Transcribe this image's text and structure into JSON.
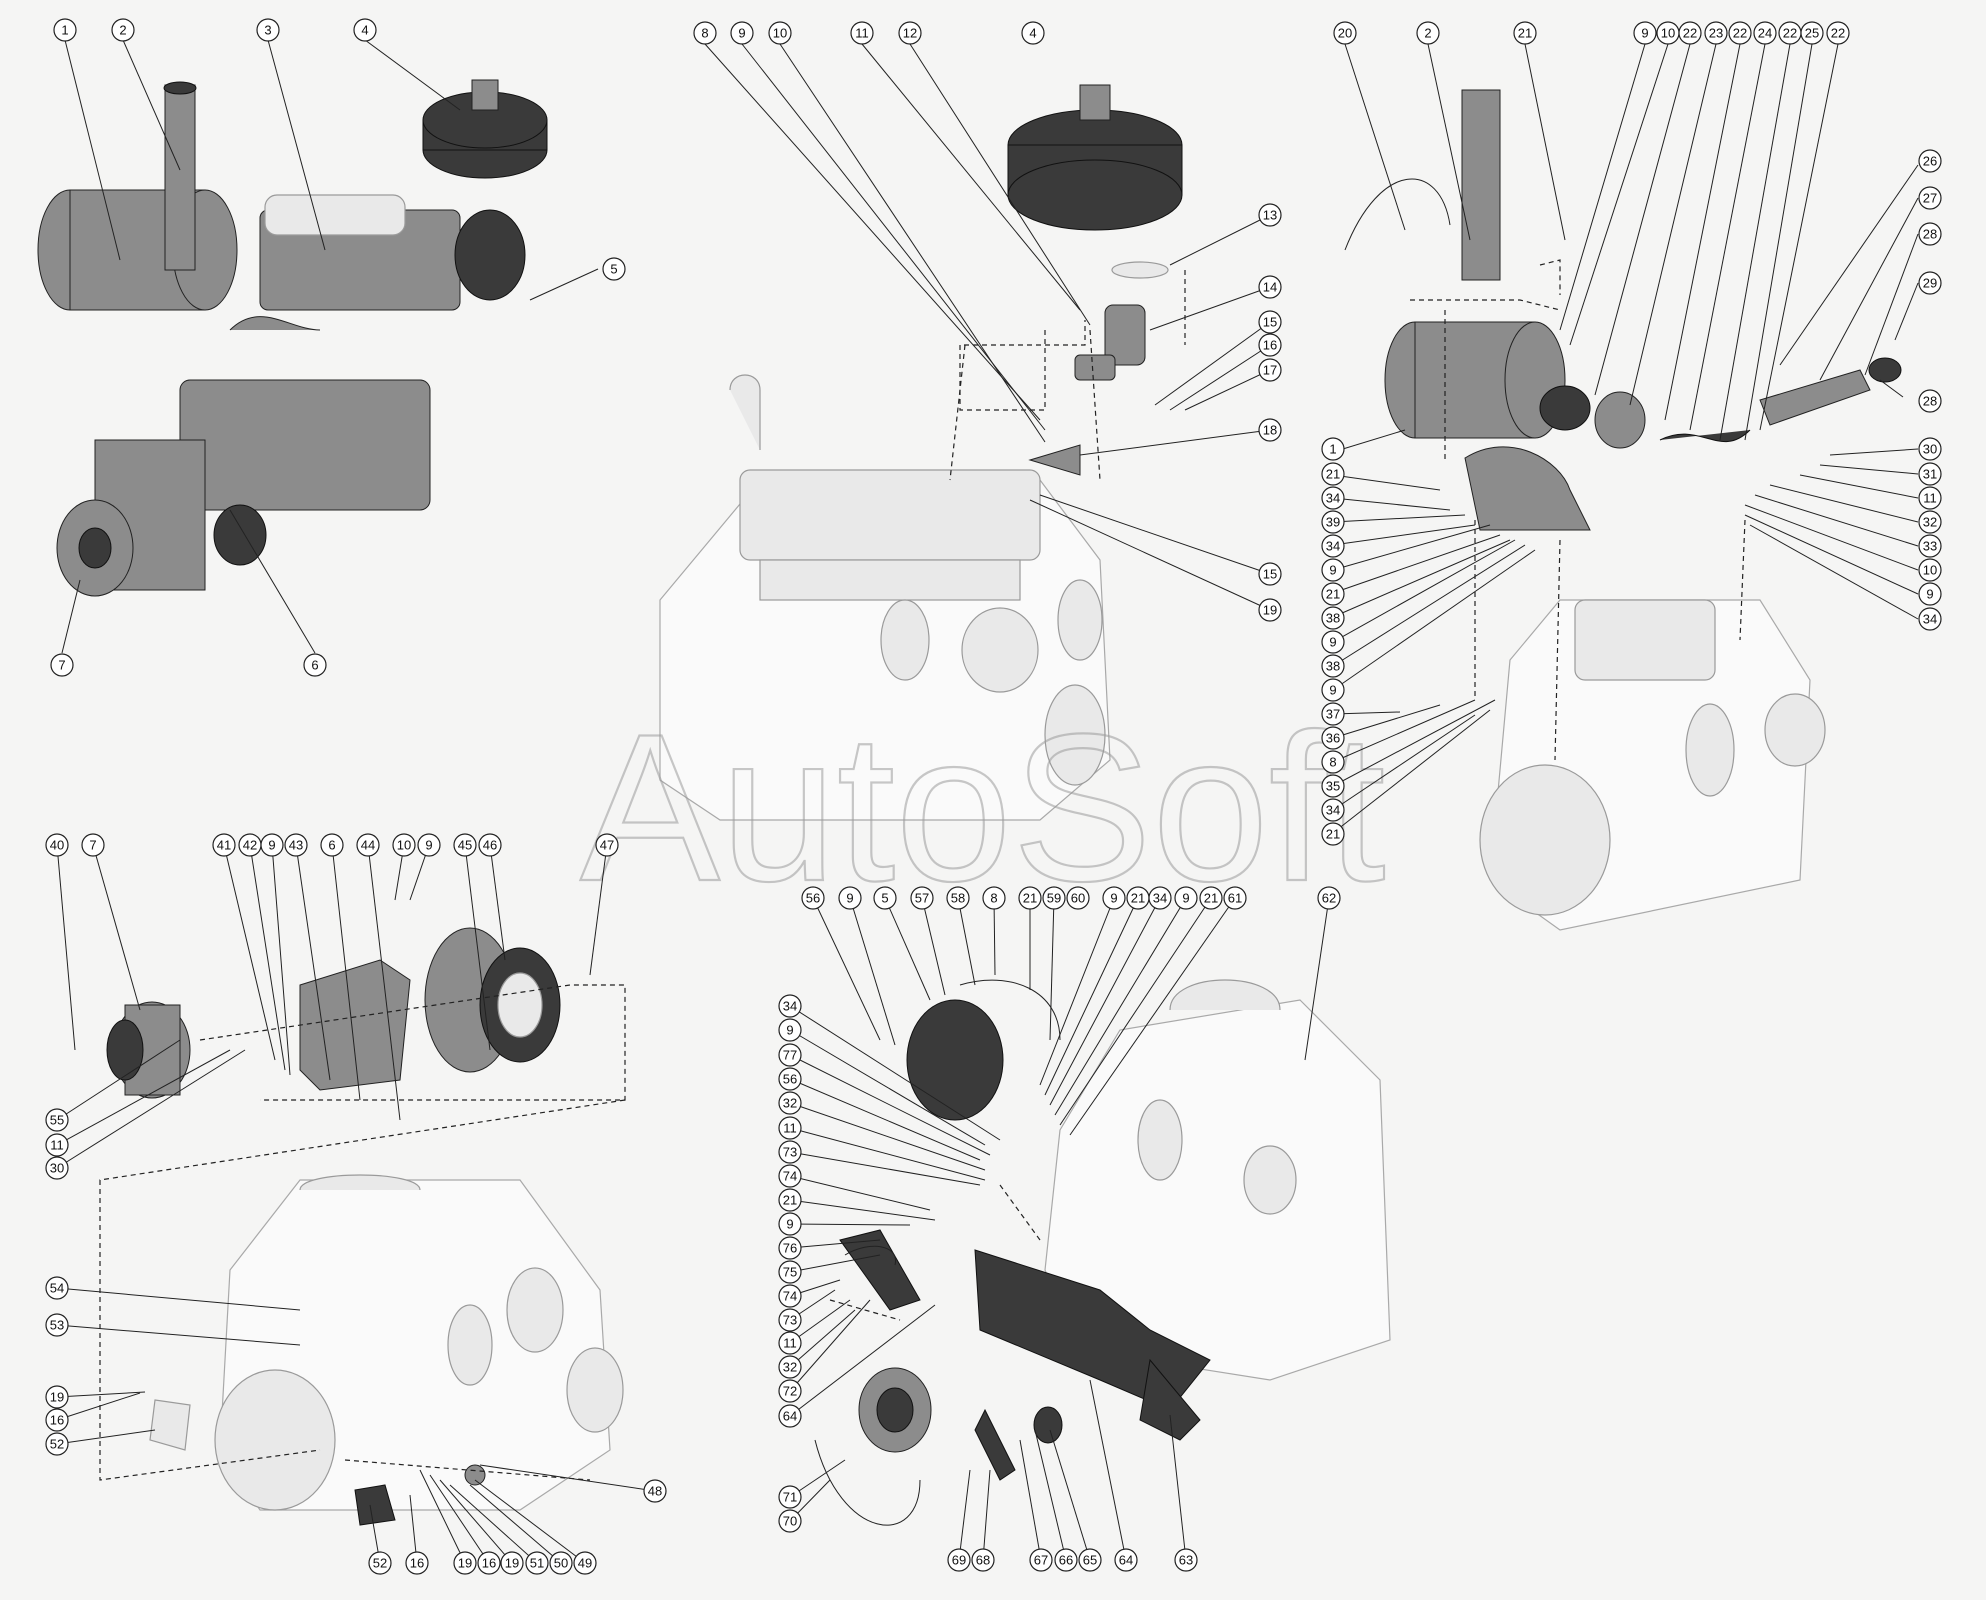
{
  "watermark": "AutoSoft",
  "callouts": [
    {
      "id": "c1",
      "label": "1"
    },
    {
      "id": "c2",
      "label": "2"
    },
    {
      "id": "c3",
      "label": "3"
    },
    {
      "id": "c4",
      "label": "4"
    },
    {
      "id": "c5",
      "label": "5"
    },
    {
      "id": "c6",
      "label": "6"
    },
    {
      "id": "c7",
      "label": "7"
    },
    {
      "id": "c8",
      "label": "8"
    },
    {
      "id": "c9",
      "label": "9"
    },
    {
      "id": "c10",
      "label": "10"
    },
    {
      "id": "c11",
      "label": "11"
    },
    {
      "id": "c12",
      "label": "12"
    },
    {
      "id": "c13",
      "label": "13"
    },
    {
      "id": "c14",
      "label": "14"
    },
    {
      "id": "c15",
      "label": "15"
    },
    {
      "id": "c16",
      "label": "16"
    },
    {
      "id": "c17",
      "label": "17"
    },
    {
      "id": "c18",
      "label": "18"
    },
    {
      "id": "c19",
      "label": "19"
    },
    {
      "id": "c20",
      "label": "20"
    },
    {
      "id": "c21",
      "label": "21"
    },
    {
      "id": "c22",
      "label": "22"
    },
    {
      "id": "c23",
      "label": "23"
    },
    {
      "id": "c24",
      "label": "24"
    },
    {
      "id": "c25",
      "label": "25"
    },
    {
      "id": "c26",
      "label": "26"
    },
    {
      "id": "c27",
      "label": "27"
    },
    {
      "id": "c28",
      "label": "28"
    },
    {
      "id": "c29",
      "label": "29"
    },
    {
      "id": "c30",
      "label": "30"
    },
    {
      "id": "c31",
      "label": "31"
    },
    {
      "id": "c32",
      "label": "32"
    },
    {
      "id": "c33",
      "label": "33"
    },
    {
      "id": "c34",
      "label": "34"
    },
    {
      "id": "c35",
      "label": "35"
    },
    {
      "id": "c36",
      "label": "36"
    },
    {
      "id": "c37",
      "label": "37"
    },
    {
      "id": "c38",
      "label": "38"
    },
    {
      "id": "c39",
      "label": "39"
    },
    {
      "id": "c40",
      "label": "40"
    },
    {
      "id": "c41",
      "label": "41"
    },
    {
      "id": "c42",
      "label": "42"
    },
    {
      "id": "c43",
      "label": "43"
    },
    {
      "id": "c44",
      "label": "44"
    },
    {
      "id": "c45",
      "label": "45"
    },
    {
      "id": "c46",
      "label": "46"
    },
    {
      "id": "c47",
      "label": "47"
    },
    {
      "id": "c48",
      "label": "48"
    },
    {
      "id": "c49",
      "label": "49"
    },
    {
      "id": "c50",
      "label": "50"
    },
    {
      "id": "c51",
      "label": "51"
    },
    {
      "id": "c52",
      "label": "52"
    },
    {
      "id": "c53",
      "label": "53"
    },
    {
      "id": "c54",
      "label": "54"
    },
    {
      "id": "c55",
      "label": "55"
    },
    {
      "id": "c56",
      "label": "56"
    },
    {
      "id": "c57",
      "label": "57"
    },
    {
      "id": "c58",
      "label": "58"
    },
    {
      "id": "c59",
      "label": "59"
    },
    {
      "id": "c60",
      "label": "60"
    },
    {
      "id": "c61",
      "label": "61"
    },
    {
      "id": "c62",
      "label": "62"
    },
    {
      "id": "c63",
      "label": "63"
    },
    {
      "id": "c64",
      "label": "64"
    },
    {
      "id": "c65",
      "label": "65"
    },
    {
      "id": "c66",
      "label": "66"
    },
    {
      "id": "c67",
      "label": "67"
    },
    {
      "id": "c68",
      "label": "68"
    },
    {
      "id": "c69",
      "label": "69"
    },
    {
      "id": "c70",
      "label": "70"
    },
    {
      "id": "c71",
      "label": "71"
    },
    {
      "id": "c72",
      "label": "72"
    },
    {
      "id": "c73",
      "label": "73"
    },
    {
      "id": "c74",
      "label": "74"
    },
    {
      "id": "c75",
      "label": "75"
    },
    {
      "id": "c76",
      "label": "76"
    },
    {
      "id": "c77",
      "label": "77"
    }
  ]
}
